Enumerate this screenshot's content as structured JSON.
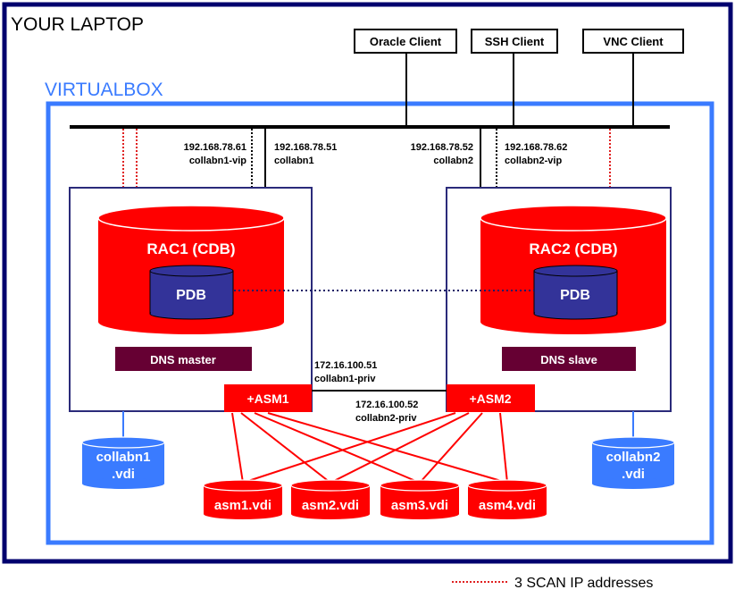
{
  "laptop": {
    "label": "YOUR LAPTOP"
  },
  "virtualbox": {
    "label": "VIRTUALBOX"
  },
  "clients": [
    {
      "label": "Oracle Client"
    },
    {
      "label": "SSH Client"
    },
    {
      "label": "VNC Client"
    }
  ],
  "public_network": {
    "node1_vip": {
      "ip": "192.168.78.61",
      "name": "collabn1-vip"
    },
    "node1": {
      "ip": "192.168.78.51",
      "name": "collabn1"
    },
    "node2": {
      "ip": "192.168.78.52",
      "name": "collabn2"
    },
    "node2_vip": {
      "ip": "192.168.78.62",
      "name": "collabn2-vip"
    }
  },
  "node1": {
    "cdb_label": "RAC1 (CDB)",
    "pdb_label": "PDB",
    "dns_label": "DNS master",
    "asm_label": "+ASM1",
    "disk": {
      "line1": "collabn1",
      "line2": ".vdi"
    }
  },
  "node2": {
    "cdb_label": "RAC2 (CDB)",
    "pdb_label": "PDB",
    "dns_label": "DNS slave",
    "asm_label": "+ASM2",
    "disk": {
      "line1": "collabn2",
      "line2": ".vdi"
    }
  },
  "private_network": {
    "node1": {
      "ip": "172.16.100.51",
      "name": "collabn1-priv"
    },
    "node2": {
      "ip": "172.16.100.52",
      "name": "collabn2-priv"
    }
  },
  "asm_disks": [
    "asm1.vdi",
    "asm2.vdi",
    "asm3.vdi",
    "asm4.vdi"
  ],
  "legend": {
    "label": "3 SCAN IP addresses"
  },
  "colors": {
    "frame": "#00006e",
    "virtualbox": "#3a7bff",
    "node_border": "#2b2b7a",
    "db_red": "#ff0000",
    "pdb_blue": "#333399",
    "dns_box": "#660033",
    "disk_blue": "#3a7bff",
    "scan_red": "#e02020"
  }
}
